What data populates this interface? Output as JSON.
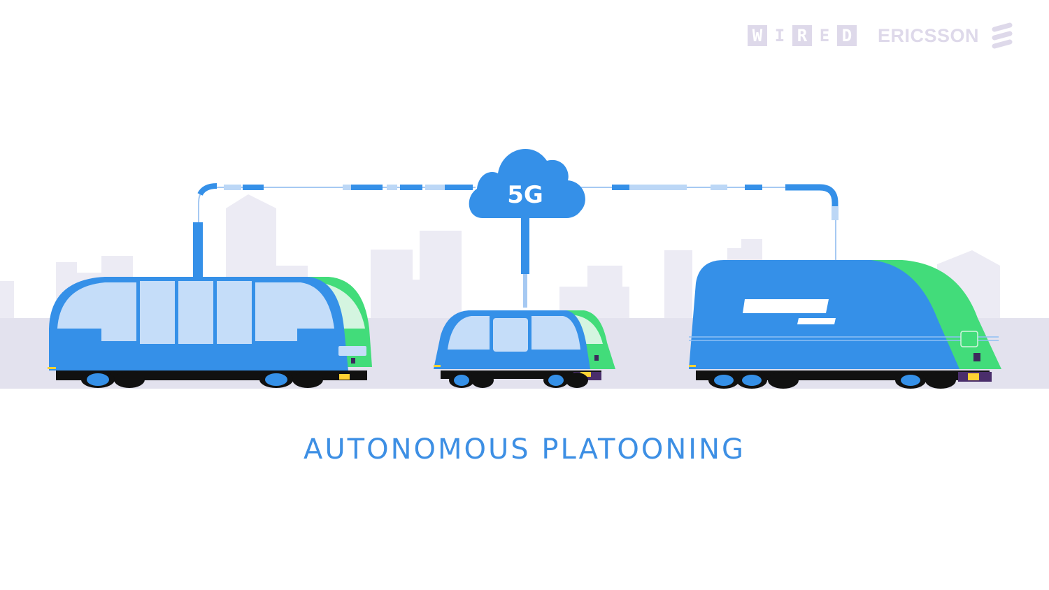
{
  "header": {
    "brand_logos": [
      {
        "name": "WIRED",
        "letters": [
          "W",
          "I",
          "R",
          "E",
          "D"
        ]
      },
      {
        "name": "ERICSSON",
        "icon": "ericsson-stripes-icon"
      }
    ]
  },
  "network": {
    "cloud_label": "5G",
    "cloud_icon": "cloud-icon"
  },
  "vehicles": [
    {
      "type": "autonomous-bus",
      "color": "#3590e8",
      "front_color": "#42dc7a"
    },
    {
      "type": "autonomous-car",
      "color": "#3590e8",
      "front_color": "#42dc7a"
    },
    {
      "type": "autonomous-truck",
      "color": "#3590e8",
      "front_color": "#42dc7a"
    }
  ],
  "caption": "AUTONOMOUS PLATOONING",
  "colors": {
    "primary_blue": "#3590e8",
    "accent_green": "#42dc7a",
    "skyline": "#ecebf4",
    "logo_gray": "#ded9ea",
    "caption_blue": "#3d8fe4"
  }
}
